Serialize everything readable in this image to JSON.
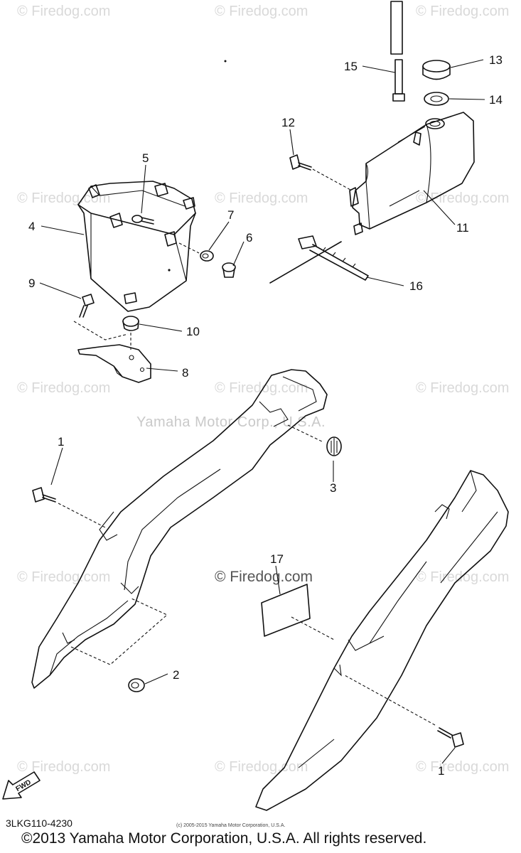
{
  "callouts": {
    "c1a": "1",
    "c1b": "1",
    "c2": "2",
    "c3": "3",
    "c4": "4",
    "c5": "5",
    "c6": "6",
    "c7": "7",
    "c8": "8",
    "c9": "9",
    "c10": "10",
    "c11": "11",
    "c12": "12",
    "c13": "13",
    "c14": "14",
    "c15": "15",
    "c16": "16",
    "c17": "17"
  },
  "watermarks": {
    "site": "© Firedog.com",
    "center": "Yamaha Motor Corp., U.S.A.",
    "inline_site": "© Firedog.com"
  },
  "fwd_label": "FWD",
  "footer": {
    "part_code": "3LKG110-4230",
    "small_copyright": "(c) 2005-2015 Yamaha Motor Corporation, U.S.A.",
    "copyright": "©2013 Yamaha Motor Corporation, U.S.A. All rights reserved."
  }
}
